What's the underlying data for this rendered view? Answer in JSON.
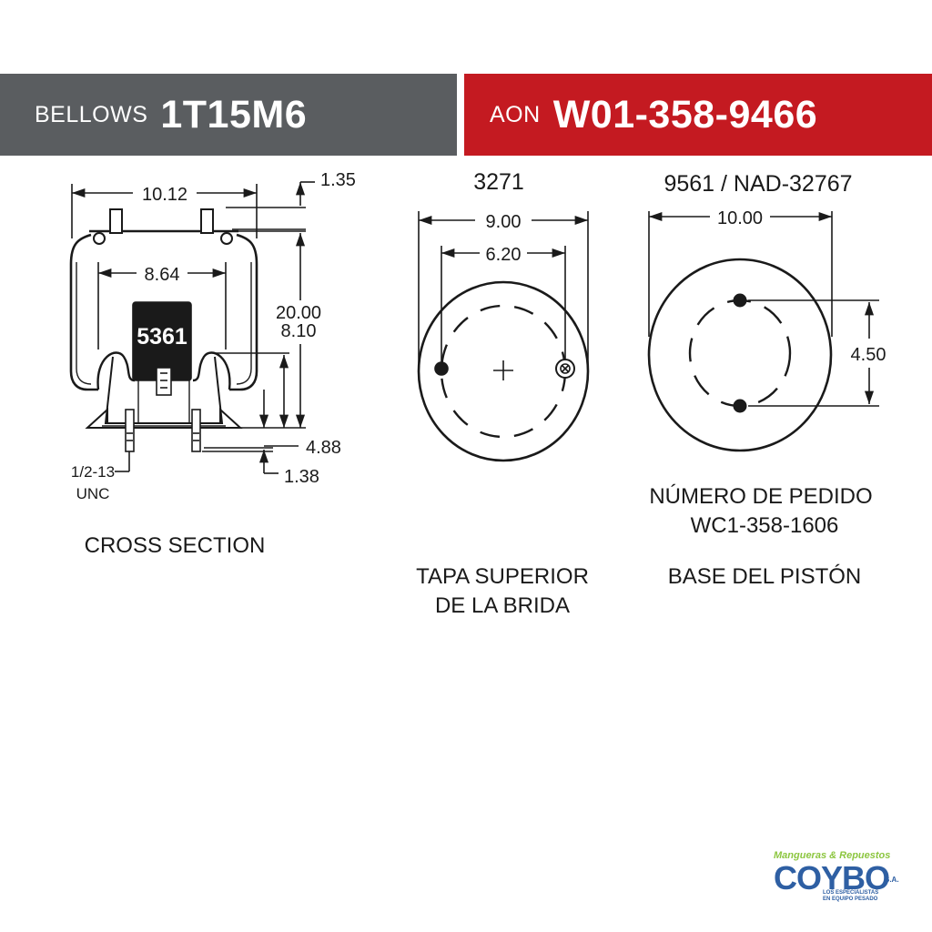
{
  "header": {
    "left_prefix": "BELLOWS",
    "left_code": "1T15M6",
    "right_prefix": "AON",
    "right_code": "W01-358-9466",
    "left_color": "#5a5d60",
    "right_color": "#c41a21"
  },
  "cross_section": {
    "dim_top_width": "10.12",
    "dim_top_offset": "1.35",
    "dim_inner_width": "8.64",
    "dim_height_max": "20.00",
    "dim_height_min": "8.10",
    "piston_label": "5361",
    "dim_base_height": "4.88",
    "dim_stud_length": "1.38",
    "thread_line1": "1/2-13",
    "thread_line2": "UNC",
    "caption": "CROSS SECTION"
  },
  "top_plate": {
    "part_number": "3271",
    "dim_outer": "9.00",
    "dim_bolt_spacing": "6.20",
    "caption_line1": "TAPA SUPERIOR",
    "caption_line2": "DE LA BRIDA"
  },
  "piston_base": {
    "part_number": "9561 / NAD-32767",
    "dim_outer": "10.00",
    "dim_hole_spacing": "4.50",
    "order_line1": "NÚMERO DE PEDIDO",
    "order_line2": "WC1-358-1606",
    "caption": "BASE DEL PISTÓN"
  },
  "logo": {
    "tagline": "Mangueras & Repuestos",
    "brand": "COYBO",
    "suffix": "S.A.",
    "sub_line1": "LOS ESPECIALISTAS",
    "sub_line2": "EN EQUIPO PESADO"
  }
}
